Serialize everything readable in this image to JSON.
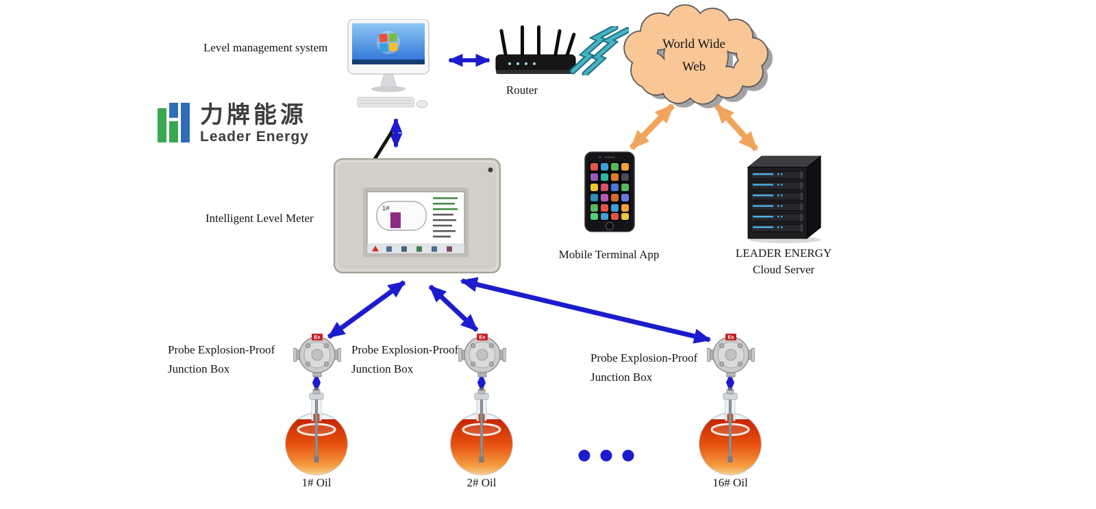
{
  "labels": {
    "level_management_system": "Level management system",
    "router": "Router",
    "cloud_line1": "World Wide",
    "cloud_line2": "Web",
    "intelligent_level_meter": "Intelligent Level Meter",
    "mobile_terminal_app": "Mobile Terminal App",
    "server_line1": "LEADER ENERGY",
    "server_line2": "Cloud Server"
  },
  "logo": {
    "cn": "力牌能源",
    "en": "Leader Energy"
  },
  "meter_screen": {
    "tank_label": "1#"
  },
  "junction_box": {
    "ex_label": "Ex"
  },
  "probe_label": {
    "line1": "Probe Explosion-Proof",
    "line2": "Junction Box"
  },
  "tanks": [
    {
      "label": "1# Oil"
    },
    {
      "label": "2# Oil"
    },
    {
      "label": "16# Oil"
    }
  ],
  "colors": {
    "arrow_blue": "#1c1ccd",
    "arrow_orange": "#f0a45c",
    "cloud_fill": "#f9c795",
    "cloud_outline": "#57595c",
    "logo_green": "#3aa84f",
    "logo_blue": "#2f6db5",
    "liquid_top": "#c62500",
    "liquid_bottom": "#fbd9a0"
  }
}
